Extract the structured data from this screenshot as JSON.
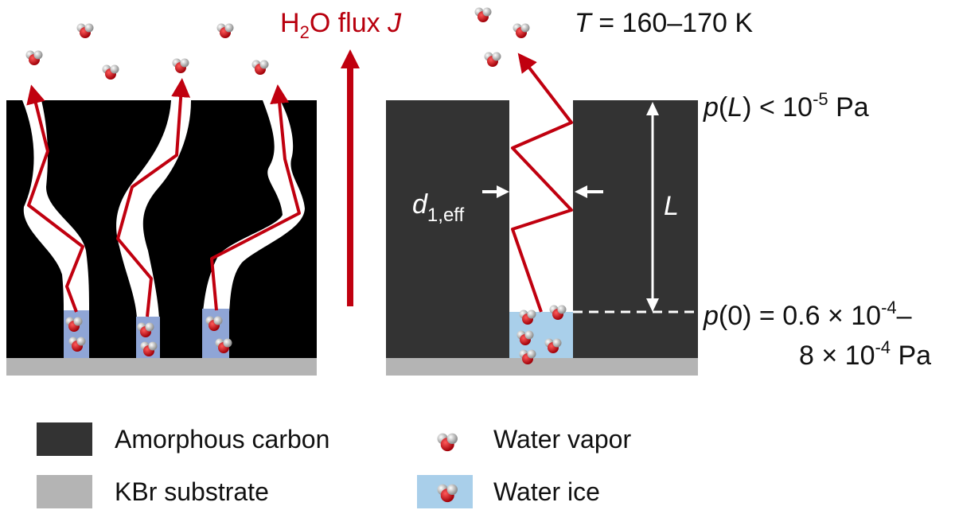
{
  "labels": {
    "flux_main": "H",
    "flux_sub": "2",
    "flux_rest": "O flux ",
    "flux_var": "J",
    "temp_var": "T",
    "temp_value": " = 160–170 K",
    "pL_var": "p",
    "pL_open": "(",
    "pL_arg": "L",
    "pL_close": ") < 10",
    "pL_exp": "-5",
    "pL_unit": " Pa",
    "p0_var": "p",
    "p0_rest": "(0) = 0.6 × 10",
    "p0_exp": "-4",
    "p0_dash": "–",
    "p0_line2": "8 × 10",
    "p0_exp2": "-4",
    "p0_unit2": " Pa",
    "d_var": "d",
    "d_sub": "1,eff",
    "L_label": "L"
  },
  "legend": {
    "carbon": "Amorphous carbon",
    "substrate": "KBr substrate",
    "vapor": "Water vapor",
    "ice": "Water ice"
  },
  "colors": {
    "carbon_left": "#000000",
    "carbon_right": "#333333",
    "substrate": "#b4b4b4",
    "ice_left": "#8fa5d6",
    "ice_right": "#a9cfea",
    "path": "#c0000f",
    "oxygen": "#d4000f",
    "hydrogen": "#c8c8c8"
  }
}
